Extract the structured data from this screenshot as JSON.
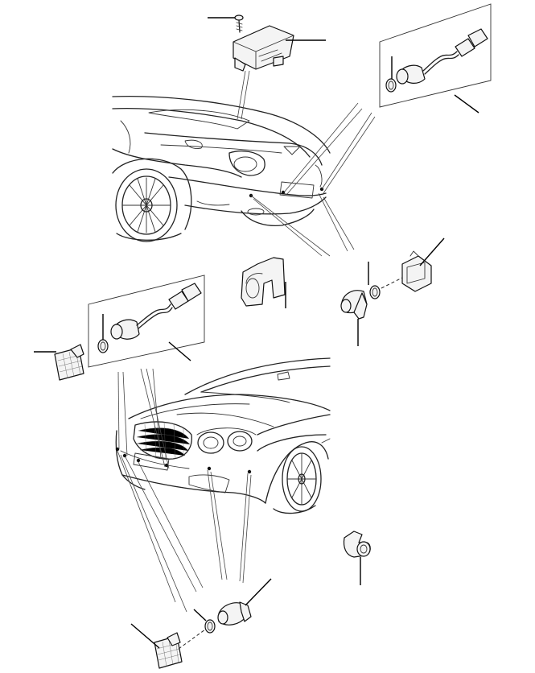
{
  "diagram": {
    "parts": [
      {
        "id": "control-module",
        "icon": "control-module-icon"
      },
      {
        "id": "screw",
        "icon": "screw-icon"
      },
      {
        "id": "rear-sensor-harness",
        "icon": "sensor-harness-icon"
      },
      {
        "id": "rear-sensor-bracket",
        "icon": "bracket-icon"
      },
      {
        "id": "rear-sensor",
        "icon": "parking-sensor-icon"
      },
      {
        "id": "rear-sensor-seal-ring",
        "icon": "seal-ring-icon"
      },
      {
        "id": "rear-sensor-mount",
        "icon": "sensor-mount-icon"
      },
      {
        "id": "front-sensor-harness",
        "icon": "sensor-harness-icon"
      },
      {
        "id": "front-left-mount",
        "icon": "sensor-mount-icon"
      },
      {
        "id": "front-clip",
        "icon": "clip-icon"
      },
      {
        "id": "front-sensor",
        "icon": "parking-sensor-icon"
      },
      {
        "id": "front-sensor-seal-ring",
        "icon": "seal-ring-icon"
      },
      {
        "id": "front-sensor-mount",
        "icon": "sensor-mount-icon"
      }
    ],
    "colors": {
      "line": "#222222",
      "background": "#ffffff"
    }
  }
}
